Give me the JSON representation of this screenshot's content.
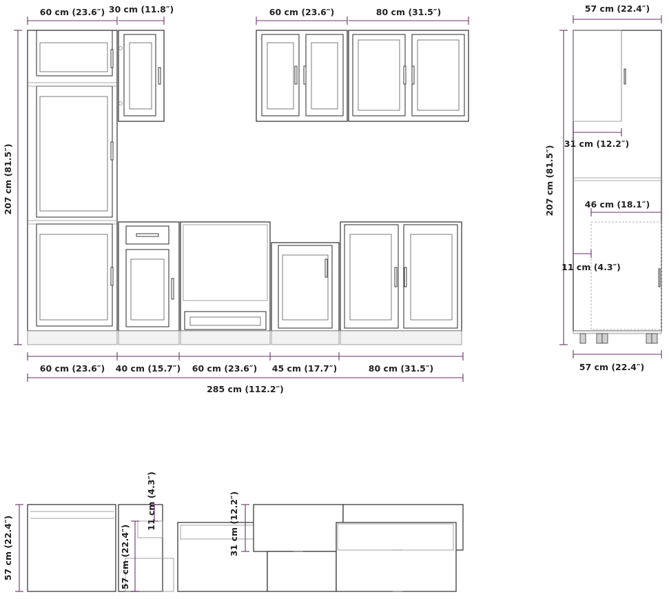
{
  "colors": {
    "dimension_line": "#6b2d6b",
    "outline": "#3a3a3a",
    "text": "#222222"
  },
  "labels": {
    "tall_width_top": "60 cm (23.6″)",
    "small_wall_width_top": "30 cm (11.8″)",
    "wall_60_width_top": "60 cm (23.6″)",
    "wall_80_width_top": "80 cm (31.5″)",
    "side_depth_top": "57 cm (22.4″)",
    "total_height_front": "207 cm (81.5″)",
    "base_60_tall": "60 cm (23.6″)",
    "base_40": "40 cm (15.7″)",
    "base_60_oven": "60 cm (23.6″)",
    "base_45": "45 cm (17.7″)",
    "base_80": "80 cm (31.5″)",
    "total_width": "285 cm (112.2″)",
    "side_wall_depth": "31 cm (12.2″)",
    "side_total_height": "207 cm (81.5″)",
    "side_base_depth": "46 cm (18.1″)",
    "side_plinth_setback": "11 cm (4.3″)",
    "side_depth_bottom": "57 cm (22.4″)",
    "plan_depth_left": "57 cm (22.4″)",
    "plan_setback_11": "11 cm (4.3″)",
    "plan_depth_57_inner": "57 cm (22.4″)",
    "plan_wall_depth_31": "31 cm (12.2″)"
  }
}
